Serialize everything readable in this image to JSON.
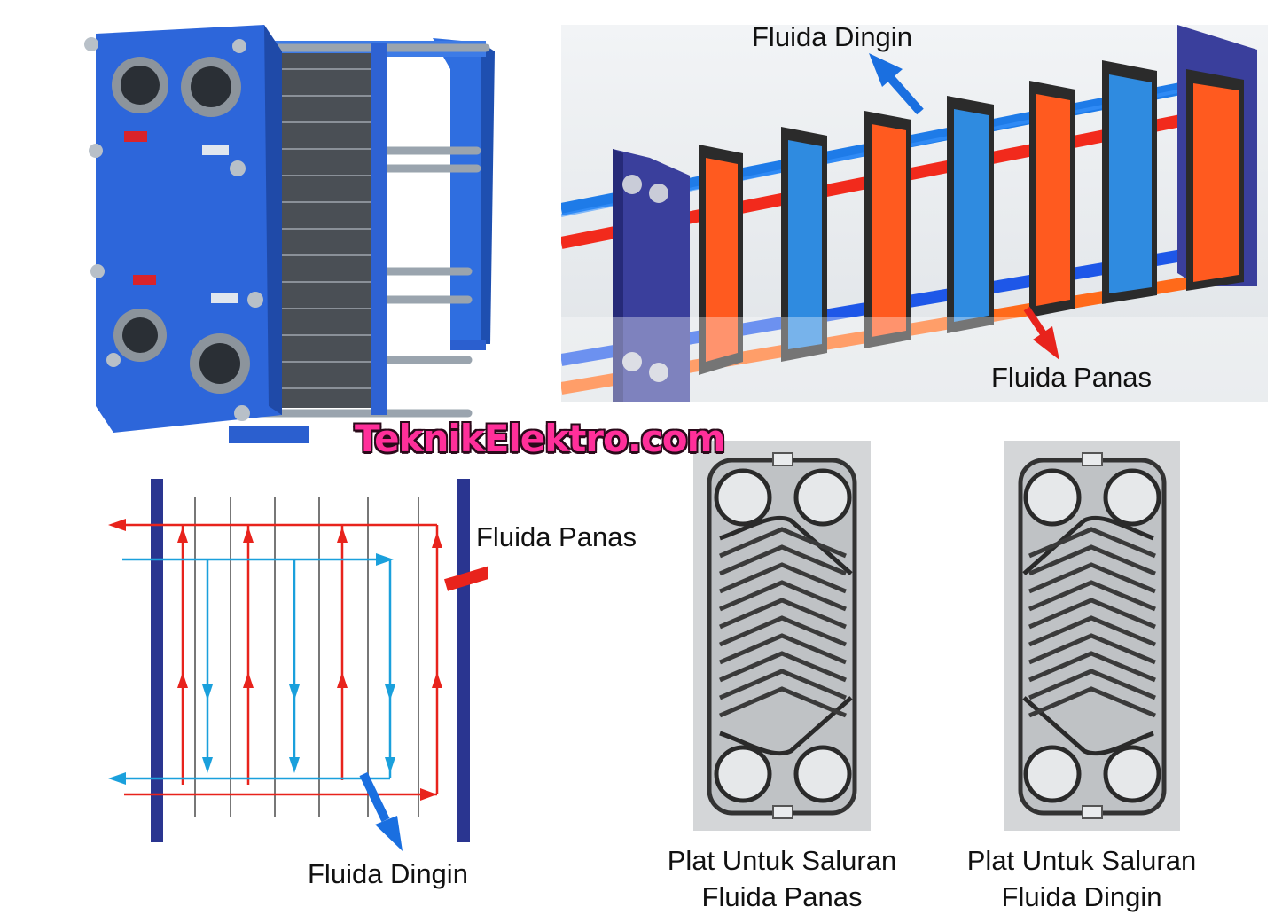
{
  "labels": {
    "top_cold": "Fluida Dingin",
    "top_hot": "Fluida Panas",
    "diagram_hot": "Fluida Panas",
    "diagram_cold": "Fluida Dingin"
  },
  "captions": {
    "hot_plate_line1": "Plat Untuk Saluran",
    "hot_plate_line2": "Fluida Panas",
    "cold_plate_line1": "Plat Untuk Saluran",
    "cold_plate_line2": "Fluida Dingin"
  },
  "watermark": "TeknikElektro.com",
  "colors": {
    "hot": "#e8231c",
    "cold": "#1aa0dc",
    "frame_blue": "#2e5fd0",
    "frame_navy": "#2a3590",
    "plate_orange": "#ff5a1f",
    "watermark": "#ff2f9a"
  }
}
